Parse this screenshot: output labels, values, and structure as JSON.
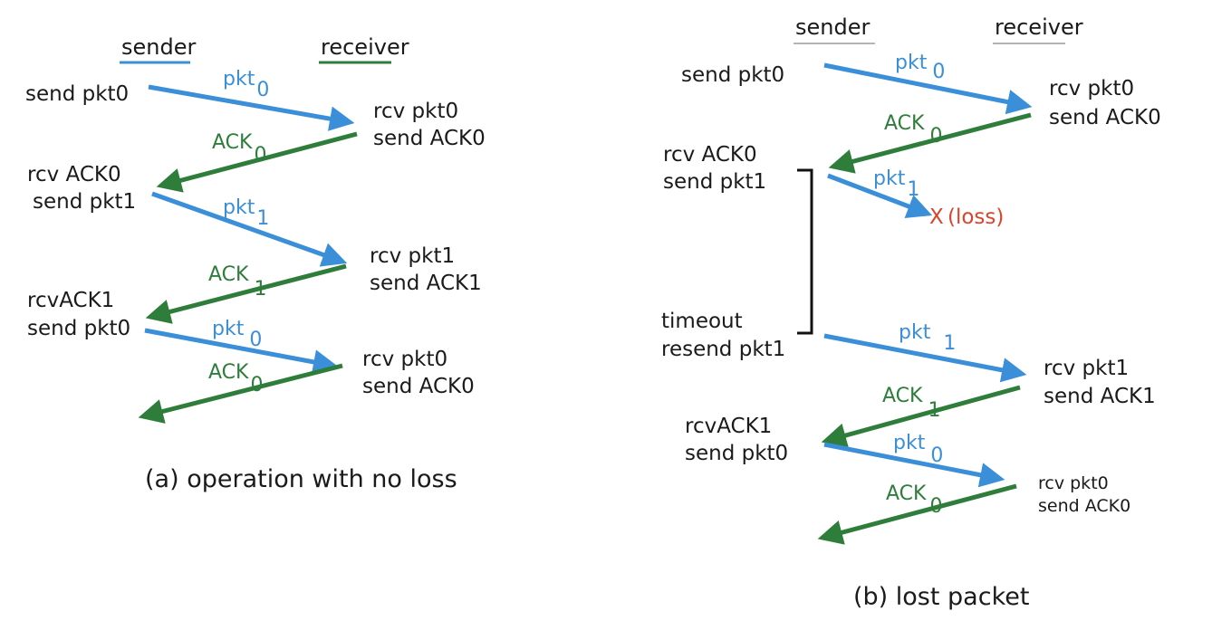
{
  "colors": {
    "pkt": "#3b8fd9",
    "ack": "#2e7d3a",
    "loss": "#d9442c",
    "bracket": "#111111",
    "header_underline_b": "#b5b5b5"
  },
  "panel_a": {
    "sender_header": "sender",
    "receiver_header": "receiver",
    "caption": "(a) operation with no loss",
    "sender_labels": {
      "s1": "send pkt0",
      "s2a": "rcv ACK0",
      "s2b": "send pkt1",
      "s3a": "rcvACK1",
      "s3b": "send pkt0"
    },
    "receiver_labels": {
      "r1a": "rcv pkt0",
      "r1b": "send ACK0",
      "r2a": "rcv pkt1",
      "r2b": "send ACK1",
      "r3a": "rcv pkt0",
      "r3b": "send ACK0"
    },
    "messages": [
      {
        "base": "pkt",
        "sub": "0"
      },
      {
        "base": "ACK",
        "sub": "0"
      },
      {
        "base": "pkt",
        "sub": "1"
      },
      {
        "base": "ACK",
        "sub": "1"
      },
      {
        "base": "pkt",
        "sub": "0"
      },
      {
        "base": "ACK",
        "sub": "0"
      }
    ]
  },
  "panel_b": {
    "sender_header": "sender",
    "receiver_header": "receiver",
    "caption": "(b) lost packet",
    "sender_labels": {
      "s1": "send pkt0",
      "s2a": "rcv ACK0",
      "s2b": "send pkt1",
      "s3a": "timeout",
      "s3b": "resend pkt1",
      "s4a": "rcvACK1",
      "s4b": "send pkt0"
    },
    "receiver_labels": {
      "r1a": "rcv pkt0",
      "r1b": "send ACK0",
      "r2a": "rcv pkt1",
      "r2b": "send ACK1",
      "r3a": "rcv pkt0",
      "r3b": "send ACK0"
    },
    "loss_mark": "X",
    "loss_label": "(loss)",
    "messages": [
      {
        "base": "pkt",
        "sub": "0"
      },
      {
        "base": "ACK",
        "sub": "0"
      },
      {
        "base": "pkt",
        "sub": "1"
      },
      {
        "base": "pkt",
        "sub": "1"
      },
      {
        "base": "ACK",
        "sub": "1"
      },
      {
        "base": "pkt",
        "sub": "0"
      },
      {
        "base": "ACK",
        "sub": "0"
      }
    ]
  }
}
